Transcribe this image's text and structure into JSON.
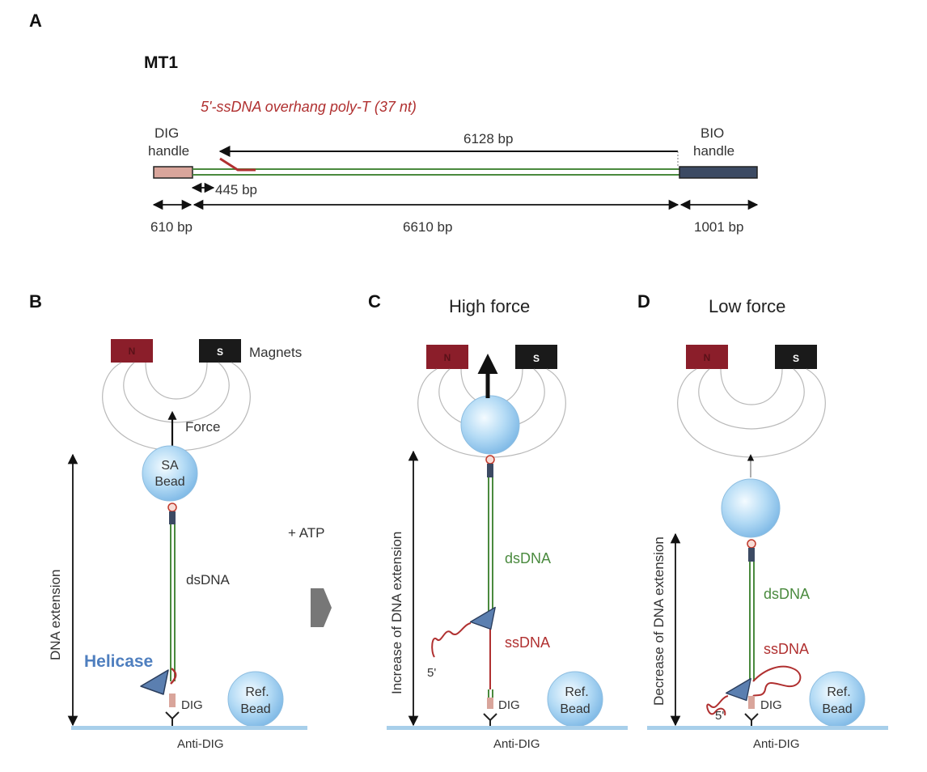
{
  "panel_a": {
    "panel_label": "A",
    "construct_name": "MT1",
    "overhang_label": "5'-ssDNA overhang poly-T (37 nt)",
    "dig_handle_line1": "DIG",
    "dig_handle_line2": "handle",
    "bio_handle_line1": "BIO",
    "bio_handle_line2": "handle",
    "span_6128": "6128 bp",
    "span_445": "445 bp",
    "span_610": "610 bp",
    "span_6610": "6610 bp",
    "span_1001": "1001 bp"
  },
  "panel_b": {
    "panel_label": "B",
    "pole_n": "N",
    "pole_s": "S",
    "magnets_label": "Magnets",
    "force_label": "Force",
    "bead_line1": "SA",
    "bead_line2": "Bead",
    "extension_label": "DNA extension",
    "dsdna_label": "dsDNA",
    "helicase_label": "Helicase",
    "dig_label": "DIG",
    "ref_bead_line1": "Ref.",
    "ref_bead_line2": "Bead",
    "anti_dig_label": "Anti-DIG"
  },
  "transition": {
    "atp_label": "+ ATP"
  },
  "panel_c": {
    "panel_label": "C",
    "title": "High force",
    "pole_n": "N",
    "pole_s": "S",
    "extension_label": "Increase of DNA extension",
    "dsdna_label": "dsDNA",
    "ssdna_label": "ssDNA",
    "five_prime": "5'",
    "dig_label": "DIG",
    "ref_bead_line1": "Ref.",
    "ref_bead_line2": "Bead",
    "anti_dig_label": "Anti-DIG"
  },
  "panel_d": {
    "panel_label": "D",
    "title": "Low force",
    "pole_n": "N",
    "pole_s": "S",
    "extension_label": "Decrease of DNA extension",
    "dsdna_label": "dsDNA",
    "ssdna_label": "ssDNA",
    "five_prime": "5'",
    "dig_label": "DIG",
    "ref_bead_line1": "Ref.",
    "ref_bead_line2": "Bead",
    "anti_dig_label": "Anti-DIG"
  },
  "colors": {
    "dig_handle": "#d9a59b",
    "bio_handle": "#3c4a63",
    "dsdna": "#4a8a3e",
    "ssdna": "#b03030",
    "magnet_n": "#8b1e2a",
    "magnet_s": "#1a1a1a",
    "bead": "#a9d3f2",
    "surface": "#a8cfea",
    "helicase": "#5b7fb0",
    "helicase_text": "#4f7fbf"
  }
}
